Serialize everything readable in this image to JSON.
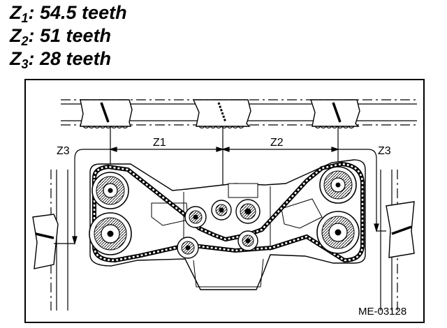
{
  "specs": [
    {
      "symbol": "Z",
      "index": "1",
      "value": ": 54.5 teeth"
    },
    {
      "symbol": "Z",
      "index": "2",
      "value": ": 51 teeth"
    },
    {
      "symbol": "Z",
      "index": "3",
      "value": ": 28 teeth"
    }
  ],
  "diagram": {
    "dim_z1": "Z1",
    "dim_z2": "Z2",
    "dim_z3_left": "Z3",
    "dim_z3_right": "Z3",
    "reference_code": "ME-03128"
  }
}
